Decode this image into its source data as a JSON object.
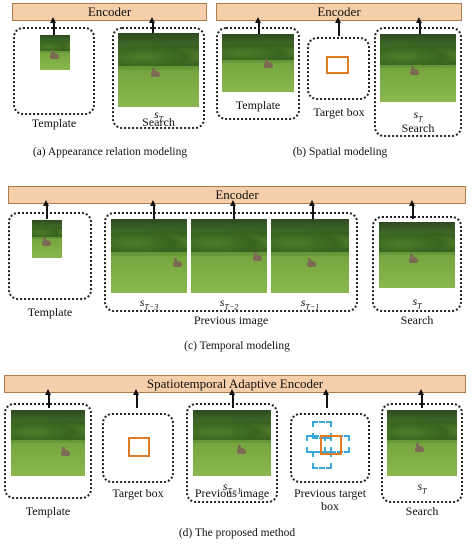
{
  "panel_a": {
    "encoder": "Encoder",
    "template_label": "Template",
    "search_symbol": "s",
    "search_symbol_sub": "T",
    "search_label": "Search",
    "caption": "(a) Appearance relation modeling"
  },
  "panel_b": {
    "encoder": "Encoder",
    "template_label": "Template",
    "target_box_label": "Target box",
    "search_symbol": "s",
    "search_symbol_sub": "T",
    "search_label": "Search",
    "caption": "(b) Spatial modeling"
  },
  "panel_c": {
    "encoder": "Encoder",
    "template_label": "Template",
    "prev_symbols": [
      {
        "base": "s",
        "sub": "T−3"
      },
      {
        "base": "s",
        "sub": "T−2"
      },
      {
        "base": "s",
        "sub": "T−1"
      }
    ],
    "previous_image_label": "Previous image",
    "search_symbol": "s",
    "search_symbol_sub": "T",
    "search_label": "Search",
    "caption": "(c) Temporal modeling"
  },
  "panel_d": {
    "encoder": "Spatiotemporal Adaptive Encoder",
    "template_label": "Template",
    "target_box_label": "Target box",
    "prev_symbol": "s",
    "prev_symbol_sub": "T−1",
    "previous_image_label": "Previous image",
    "previous_target_box_label_line1": "Previous target",
    "previous_target_box_label_line2": "box",
    "search_symbol": "s",
    "search_symbol_sub": "T",
    "search_label": "Search",
    "caption": "(d) The proposed method"
  },
  "colors": {
    "encoder_fill": "#f5cfa9",
    "target_box": "#e07b25",
    "previous_box": "#3aa9d9"
  }
}
